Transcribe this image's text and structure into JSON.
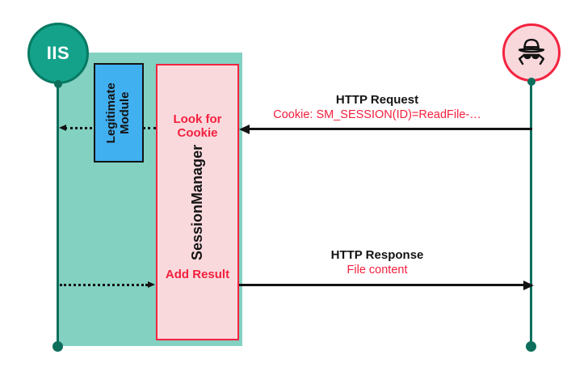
{
  "diagram": {
    "type": "sequence-diagram",
    "subject": "SessionManager malicious IIS module handling a request"
  },
  "colors": {
    "actor_teal": "#14a28b",
    "actor_teal_ring": "#067a62",
    "lifeline_teal": "#0d6e5c",
    "activation_band_teal": "#82d1c1",
    "module_blue": "#41b0f1",
    "malware_pink": "#fad9dd",
    "alert_red": "#f32340",
    "ink_black": "#131313"
  },
  "actors": {
    "iis": {
      "label": "IIS"
    },
    "attacker": {
      "icon": "spy-icon"
    }
  },
  "boxes": {
    "legitimate_module": {
      "label": "Legitimate Module"
    },
    "session_manager": {
      "label": "SessionManager",
      "top_action": "Look for Cookie",
      "bottom_action": "Add Result"
    }
  },
  "messages": {
    "request": {
      "title": "HTTP Request",
      "detail": "Cookie: SM_SESSION(ID)=ReadFile-…",
      "direction": "attacker-to-sessionmanager"
    },
    "response": {
      "title": "HTTP Response",
      "detail": "File content",
      "direction": "sessionmanager-to-attacker"
    }
  }
}
